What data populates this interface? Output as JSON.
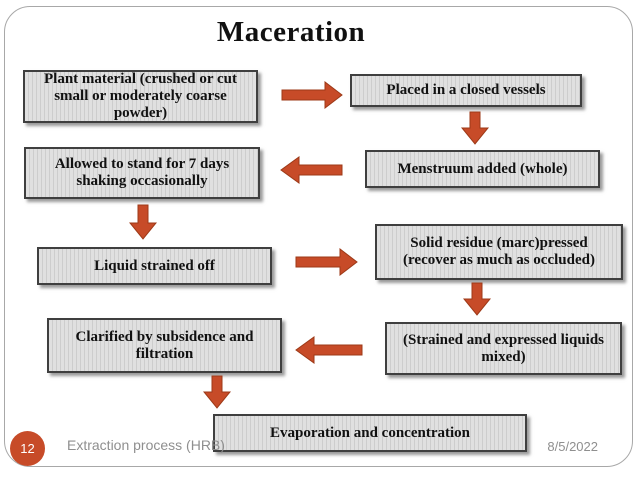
{
  "title": "Maceration",
  "colors": {
    "accent": "#C74B28",
    "box_fill": "#dcdcdc",
    "box_border": "#3f3f3f",
    "footer_text": "#8f8f8f"
  },
  "boxes": [
    {
      "id": "plant-material",
      "text": "Plant material (crushed or cut small or moderately coarse powder)"
    },
    {
      "id": "closed-vessel",
      "text": "Placed in a closed vessels"
    },
    {
      "id": "stand-7-days",
      "text": "Allowed to stand for 7 days shaking occasionally"
    },
    {
      "id": "menstruum",
      "text": "Menstruum added  (whole)"
    },
    {
      "id": "liquid-strained",
      "text": "Liquid strained off"
    },
    {
      "id": "solid-residue",
      "text": "Solid residue (marc)pressed (recover as much as occluded)"
    },
    {
      "id": "clarified",
      "text": "Clarified by subsidence and filtration"
    },
    {
      "id": "liquids-mixed",
      "text": "(Strained and expressed liquids mixed)"
    },
    {
      "id": "evaporation",
      "text": "Evaporation and concentration"
    }
  ],
  "footer": {
    "page_number": "12",
    "left_text": "Extraction process (HRB)",
    "date": "8/5/2022"
  }
}
